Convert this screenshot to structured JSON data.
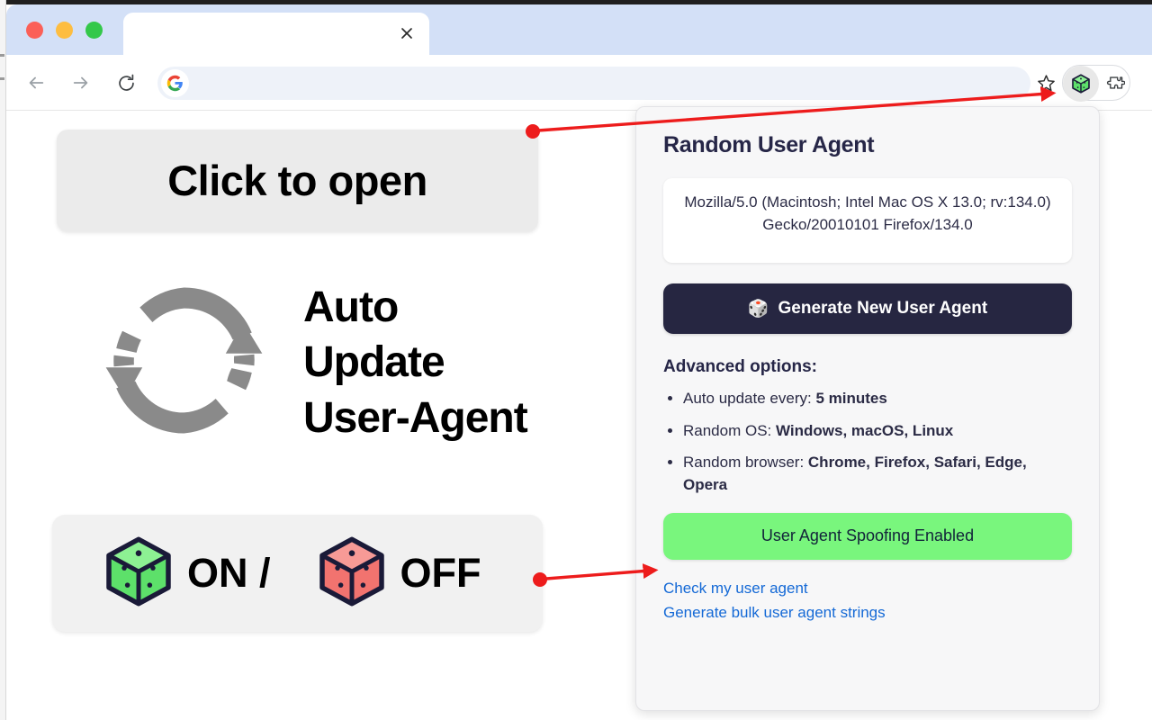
{
  "browser": {
    "tab": {
      "title": "",
      "close_icon": "close-icon"
    },
    "traffic_lights": {
      "close": "#fb6058",
      "minimize": "#fdbd41",
      "maximize": "#34c84a"
    },
    "toolbar": {
      "back_icon": "back-arrow-icon",
      "forward_icon": "forward-arrow-icon",
      "reload_icon": "reload-icon",
      "omnibox_value": "",
      "omnibox_placeholder": "",
      "site_icon": "google-icon",
      "bookmark_icon": "star-icon",
      "extension_icon": "dice-icon",
      "extensions_puzzle_icon": "puzzle-piece-icon"
    }
  },
  "page": {
    "open_card": {
      "label": "Click to open"
    },
    "auto_update": {
      "icon": "refresh-loop-icon",
      "lines": [
        "Auto",
        "Update",
        "User-Agent"
      ]
    },
    "onoff_card": {
      "on": {
        "icon": "green-dice-icon",
        "label": "ON /",
        "color": "#7af07e"
      },
      "off": {
        "icon": "red-dice-icon",
        "label": "OFF",
        "color": "#f2736f"
      }
    }
  },
  "popup": {
    "title": "Random User Agent",
    "user_agent": "Mozilla/5.0 (Macintosh; Intel Mac OS X 13.0; rv:134.0) Gecko/20010101 Firefox/134.0",
    "generate_button": {
      "icon": "dice-emoji",
      "label": "Generate New User Agent"
    },
    "advanced_title": "Advanced options:",
    "advanced_options": [
      {
        "label": "Auto update every:",
        "value": "5 minutes"
      },
      {
        "label": "Random OS:",
        "value": "Windows, macOS, Linux"
      },
      {
        "label": "Random browser:",
        "value": "Chrome, Firefox, Safari, Edge, Opera"
      }
    ],
    "spoofing_button": {
      "label": "User Agent Spoofing Enabled",
      "color": "#79f67d"
    },
    "links": [
      {
        "label": "Check my user agent"
      },
      {
        "label": "Generate bulk user agent strings"
      }
    ]
  },
  "annotations": {
    "arrow_color": "#ed1c1c",
    "arrow_1": {
      "from": "click-to-open-card",
      "to": "extension-icon"
    },
    "arrow_2": {
      "from": "onoff-card",
      "to": "spoofing-button"
    }
  }
}
